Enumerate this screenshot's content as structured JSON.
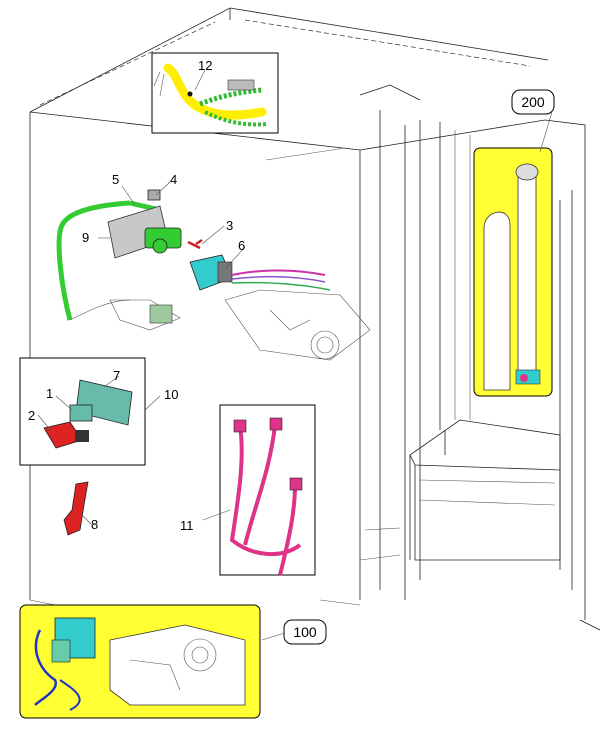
{
  "colors": {
    "yellow_panel": "#ffff33",
    "green_part": "#33cc33",
    "cyan_part": "#33cccc",
    "red_part": "#dd2222",
    "pink_harness": "#dd3388",
    "teal_board": "#66bbaa"
  },
  "callouts": {
    "c1": "1",
    "c2": "2",
    "c3": "3",
    "c4": "4",
    "c5": "5",
    "c6": "6",
    "c7": "7",
    "c8": "8",
    "c9": "9",
    "c10": "10",
    "c11": "11",
    "c12": "12",
    "c100": "100",
    "c200": "200"
  }
}
